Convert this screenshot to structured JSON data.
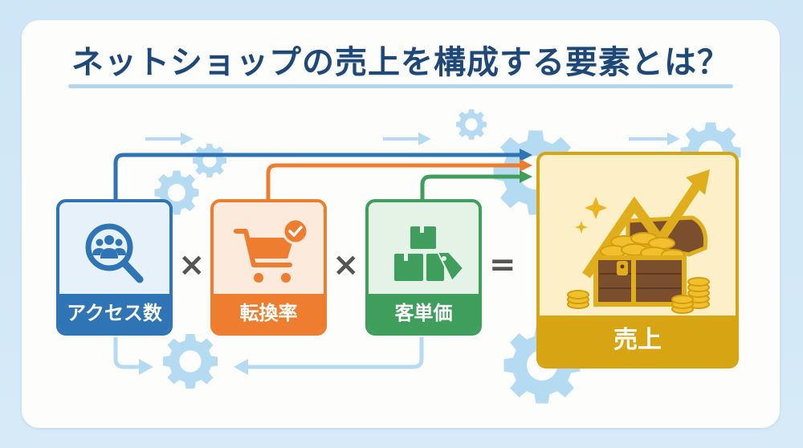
{
  "title": "ネットショップの売上を構成する要素とは？",
  "colors": {
    "background": "#cfe6f6",
    "title": "#1e4878",
    "title_rule": "#b3d7ef",
    "gear": "#b5dbf2",
    "access": "#2f74b5",
    "conversion": "#ee7d30",
    "unit_price": "#3f9e5c",
    "sales": "#d7a414"
  },
  "factors": [
    {
      "id": "access",
      "label": "アクセス数",
      "icon": "magnifier-users-icon"
    },
    {
      "id": "conversion",
      "label": "転換率",
      "icon": "cart-check-icon"
    },
    {
      "id": "unit_price",
      "label": "客単価",
      "icon": "boxes-tag-icon"
    }
  ],
  "operators": {
    "multiply_1": "×",
    "multiply_2": "×",
    "equals": "="
  },
  "result": {
    "label": "売上",
    "icon": "treasure-chest-growth-icon"
  }
}
